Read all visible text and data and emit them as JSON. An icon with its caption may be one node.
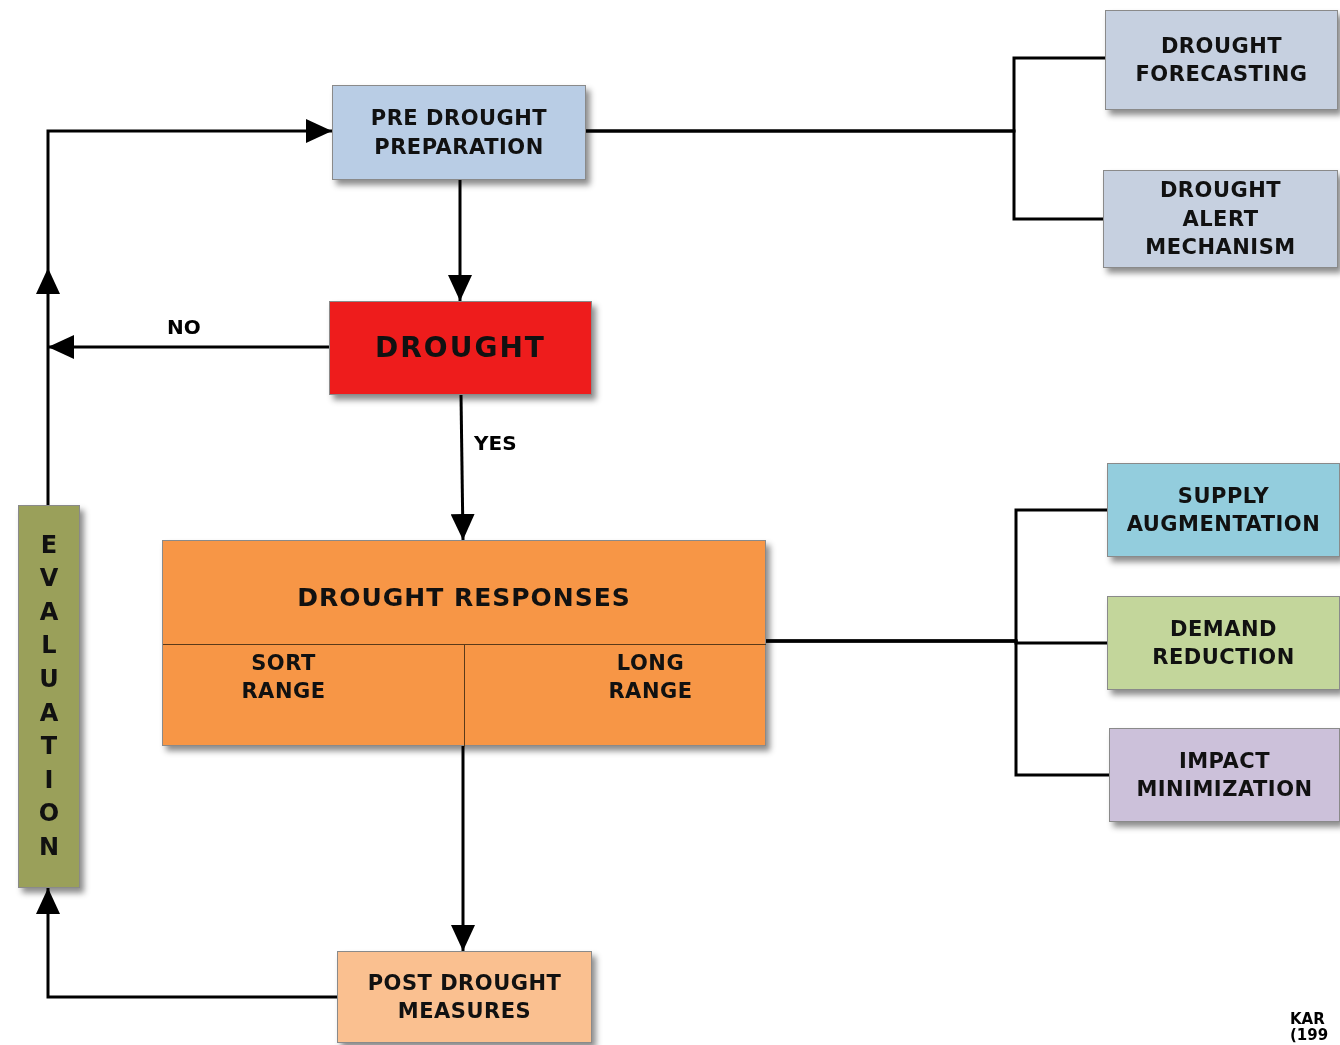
{
  "diagram": {
    "nodes": [
      {
        "text": [
          "PRE DROUGHT PREPARATION"
        ]
      },
      {
        "text": [
          "DROUGHT FORECASTING"
        ]
      },
      {
        "text": [
          "DROUGHT ALERT MECHANISM"
        ]
      },
      {
        "text": [
          "DROUGHT"
        ]
      },
      {
        "text": [
          "DROUGHT RESPONSES"
        ]
      },
      {
        "text": [
          "SORT RANGE"
        ],
        "in": 4
      },
      {
        "text": [
          "LONG RANGE"
        ],
        "in": 4
      },
      {
        "text": [
          "SUPPLY AUGMENTATION"
        ]
      },
      {
        "text": [
          "DEMAND REDUCTION"
        ]
      },
      {
        "text": [
          "IMPACT MINIMIZATION"
        ]
      },
      {
        "text": [
          "EVALUATION"
        ]
      },
      {
        "text": [
          "POST DROUGHT MEASURES"
        ]
      }
    ],
    "edges": [
      {
        "from": 0,
        "to": 1,
        "arrow": "none"
      },
      {
        "from": 0,
        "to": 2,
        "arrow": "none"
      },
      {
        "from": 0,
        "to": 3,
        "arrow": "to"
      },
      {
        "from": 3,
        "to": null,
        "arrow": "to",
        "label": "NO"
      },
      {
        "from": 10,
        "to": 0,
        "arrow": "to"
      },
      {
        "from": 3,
        "to": 4,
        "arrow": "to",
        "label": "YES"
      },
      {
        "from": 4,
        "to": 11,
        "arrow": "to"
      },
      {
        "from": 11,
        "to": 10,
        "arrow": "to"
      },
      {
        "from": 4,
        "to": 7,
        "arrow": "none"
      },
      {
        "from": 4,
        "to": 8,
        "arrow": "none"
      },
      {
        "from": 4,
        "to": 9,
        "arrow": "none"
      }
    ],
    "labels": [
      "KAR",
      "(199"
    ]
  }
}
